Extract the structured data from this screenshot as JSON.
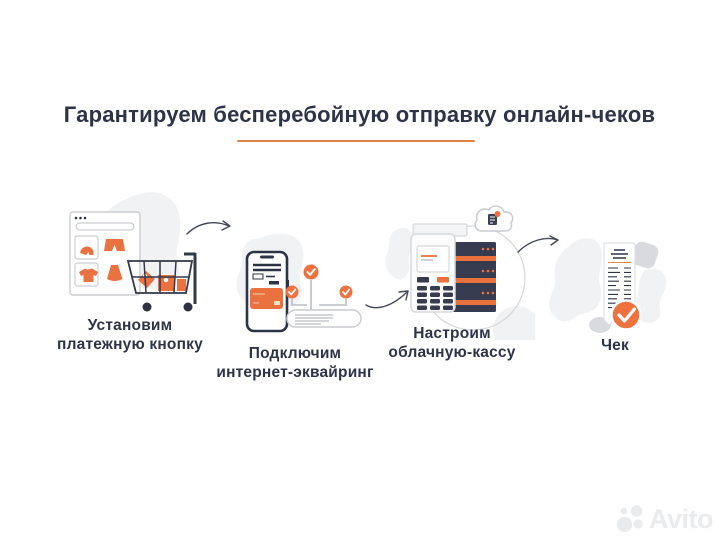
{
  "slide": {
    "title": "Гарантируем бесперебойную отправку онлайн-чеков"
  },
  "steps": [
    {
      "label": "Установим платежную кнопку",
      "lines": [
        "Установим",
        "платежную кнопку"
      ],
      "icon": "online-store-cart-illustration"
    },
    {
      "label": "Подключим интернет-эквайринг",
      "lines": [
        "Подключим",
        "интернет-эквайринг"
      ],
      "icon": "phone-acquiring-illustration"
    },
    {
      "label": "Настроим облачную-кассу",
      "lines": [
        "Настроим",
        "облачную-кассу"
      ],
      "icon": "cloud-pos-server-illustration"
    },
    {
      "label": "Чек",
      "lines": [
        "Чек"
      ],
      "icon": "receipt-check-illustration"
    }
  ],
  "watermark": {
    "brand": "Avito"
  },
  "colors": {
    "accent_orange": "#ea7140",
    "underline_orange": "#dd8345",
    "heading_navy": "#2e3447",
    "server_navy": "#363b4f",
    "blob_gray": "#f1f2f4",
    "outline_gray": "#ccced3",
    "watermark_gray": "#e9ebec"
  }
}
